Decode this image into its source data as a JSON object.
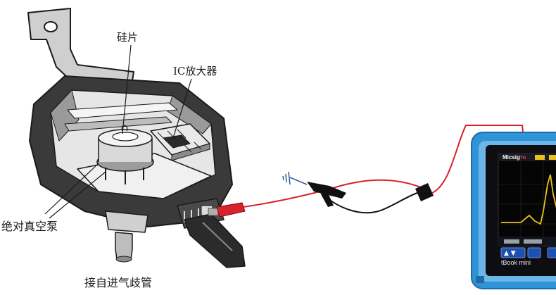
{
  "labels": {
    "chip": "硅片",
    "ic_amp": "IC放大器",
    "vacuum_pump": "绝对真空泵",
    "manifold": "接自进气歧管"
  },
  "oscilloscope": {
    "brand": "Micsig",
    "brand_suffix": "TO",
    "model": "tBook mini"
  },
  "colors": {
    "scope_frame": "#2f93d8",
    "probe_wire": "#d8232a",
    "ground_wire": "#111111",
    "trace": "#e8c21a"
  }
}
